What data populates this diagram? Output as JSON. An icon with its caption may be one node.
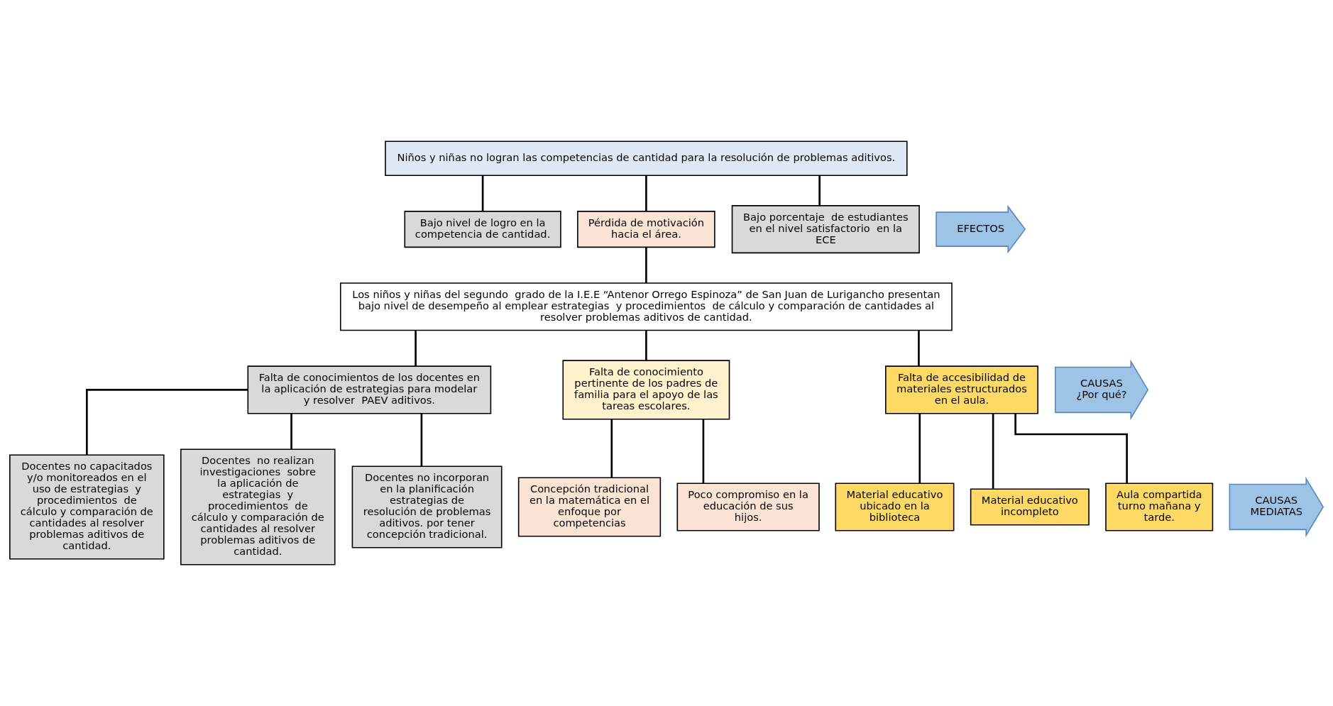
{
  "diagram": {
    "nodes": [
      {
        "text": [
          "Niños y niñas no logran las competencias de cantidad para la resolución de problemas aditivos."
        ]
      },
      {
        "text": [
          "Bajo nivel de logro en la competencia de cantidad."
        ]
      },
      {
        "text": [
          "Pérdida de motivación hacia el área."
        ]
      },
      {
        "text": [
          "Bajo porcentaje  de estudiantes en el nivel satisfactorio  en la ECE"
        ]
      },
      {
        "text": [
          "Los niños y niñas del segundo  grado de la I.E.E “Antenor Orrego Espinoza” de San Juan de Lurigancho presentan bajo nivel de desempeño al emplear estrategias  y procedimientos  de cálculo y comparación de cantidades al resolver problemas aditivos de cantidad."
        ]
      },
      {
        "text": [
          "Falta de conocimientos de los docentes en la aplicación de estrategias para modelar y resolver  PAEV aditivos."
        ]
      },
      {
        "text": [
          "Falta de conocimiento pertinente de los padres de familia para el apoyo de las tareas escolares."
        ]
      },
      {
        "text": [
          "Falta de accesibilidad de materiales estructurados en el aula."
        ]
      },
      {
        "text": [
          "Docentes no capacitados  y/o monitoreados en el uso de estrategias  y procedimientos  de cálculo y comparación de cantidades al resolver problemas aditivos de cantidad."
        ]
      },
      {
        "text": [
          "Docentes  no realizan investigaciones  sobre la aplicación de estrategias  y procedimientos  de cálculo y comparación de cantidades al resolver problemas aditivos de cantidad."
        ]
      },
      {
        "text": [
          "Docentes no incorporan en la planificación estrategias de resolución de problemas aditivos. por tener concepción tradicional."
        ]
      },
      {
        "text": [
          "Concepción tradicional en la matemática en el enfoque por competencias"
        ]
      },
      {
        "text": [
          "Poco compromiso en la educación de sus hijos."
        ]
      },
      {
        "text": [
          "Material educativo ubicado en la biblioteca"
        ]
      },
      {
        "text": [
          "Material educativo incompleto"
        ]
      },
      {
        "text": [
          "Aula compartida  turno mañana y tarde."
        ]
      },
      {
        "text": [
          "EFECTOS"
        ]
      },
      {
        "text": [
          "CAUSAS",
          "¿Por qué?"
        ]
      },
      {
        "text": [
          "CAUSAS MEDIATAS"
        ]
      }
    ],
    "edges": [
      {
        "from": 0,
        "to": 1,
        "arrow": "none"
      },
      {
        "from": 0,
        "to": 2,
        "arrow": "none"
      },
      {
        "from": 0,
        "to": 3,
        "arrow": "none"
      },
      {
        "from": 2,
        "to": 4,
        "arrow": "none"
      },
      {
        "from": 4,
        "to": 5,
        "arrow": "none"
      },
      {
        "from": 4,
        "to": 6,
        "arrow": "none"
      },
      {
        "from": 4,
        "to": 7,
        "arrow": "none"
      },
      {
        "from": 5,
        "to": 8,
        "arrow": "none"
      },
      {
        "from": 5,
        "to": 9,
        "arrow": "none"
      },
      {
        "from": 5,
        "to": 10,
        "arrow": "none"
      },
      {
        "from": 6,
        "to": 11,
        "arrow": "none"
      },
      {
        "from": 6,
        "to": 12,
        "arrow": "none"
      },
      {
        "from": 7,
        "to": 13,
        "arrow": "none"
      },
      {
        "from": 7,
        "to": 14,
        "arrow": "none"
      },
      {
        "from": 7,
        "to": 15,
        "arrow": "none"
      }
    ]
  }
}
